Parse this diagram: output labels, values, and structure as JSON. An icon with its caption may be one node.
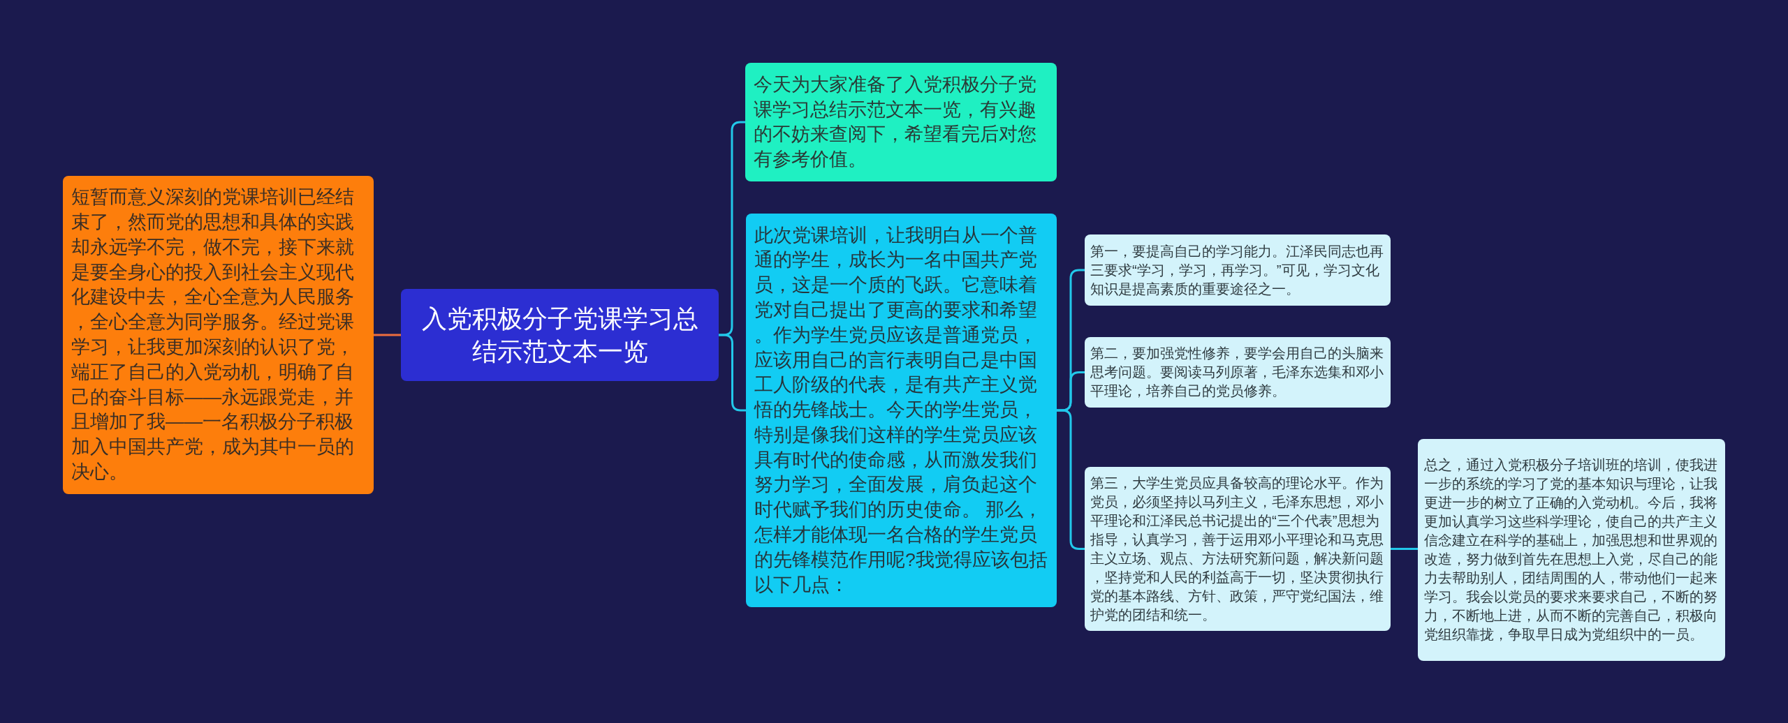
{
  "diagram": {
    "nodes": [
      {
        "text": [
          "入党积极分子党课学习总结示范文本一览"
        ]
      },
      {
        "text": [
          "短暂而意义深刻的党课培训已经结束了，然而党的思想和具体的实践却永远学不完，做不完，接下来就是要全身心的投入到社会主义现代化建设中去，全心全意为人民服务，全心全意为同学服务。经过党课学习，让我更加深刻的认识了党，端正了自己的入党动机，明确了自己的奋斗目标——永远跟党走，并且增加了我——一名积极分子积极加入中国共产党，成为其中一员的决心。"
        ]
      },
      {
        "text": [
          "今天为大家准备了入党积极分子党课学习总结示范文本一览，有兴趣的不妨来查阅下，希望看完后对您有参考价值。"
        ]
      },
      {
        "text": [
          "此次党课培训，让我明白从一个普通的学生，成长为一名中国共产党员，这是一个质的飞跃。它意味着党对自己提出了更高的要求和希望。作为学生党员应该是普通党员，应该用自己的言行表明自己是中国工人阶级的代表，是有共产主义觉悟的先锋战士。今天的学生党员，特别是像我们这样的学生党员应该具有时代的使命感，从而激发我们努力学习，全面发展，肩负起这个时代赋予我们的历史使命。 那么，怎样才能体现一名合格的学生党员的先锋模范作用呢?我觉得应该包括以下几点："
        ]
      },
      {
        "text": [
          "第一，要提高自己的学习能力。江泽民同志也再三要求“学习，学习，再学习。”可见，学习文化知识是提高素质的重要途径之一。"
        ]
      },
      {
        "text": [
          "第二，要加强党性修养，要学会用自己的头脑来思考问题。要阅读马列原著，毛泽东选集和邓小平理论，培养自己的党员修养。"
        ]
      },
      {
        "text": [
          "第三，大学生党员应具备较高的理论水平。作为党员，必须坚持以马列主义，毛泽东思想，邓小平理论和江泽民总书记提出的“三个代表”思想为指导，认真学习，善于运用邓小平理论和马克思主义立场、观点、方法研究新问题，解决新问题，坚持党和人民的利益高于一切，坚决贯彻执行党的基本路线、方针、政策，严守党纪国法，维护党的团结和统一。"
        ]
      },
      {
        "text": [
          "总之，通过入党积极分子培训班的培训，使我进一步的系统的学习了党的基本知识与理论，让我更进一步的树立了正确的入党动机。今后，我将更加认真学习这些科学理论，使自己的共产主义信念建立在科学的基础上，加强思想和世界观的改造，努力做到首先在思想上入党，尽自己的能力去帮助别人，团结周围的人，带动他们一起来学习。我会以党员的要求来要求自己，不断的努力，不断地上进，从而不断的完善自己，积极向党组织靠拢，争取早日成为党组织中的一员。"
        ]
      }
    ],
    "edges": [
      {
        "from": 0,
        "to": 1,
        "arrow": "none",
        "color": "#ee6e3e"
      },
      {
        "from": 0,
        "to": 2,
        "arrow": "none"
      },
      {
        "from": 0,
        "to": 3,
        "arrow": "none"
      },
      {
        "from": 3,
        "to": 4,
        "arrow": "none"
      },
      {
        "from": 3,
        "to": 5,
        "arrow": "none"
      },
      {
        "from": 3,
        "to": 6,
        "arrow": "none"
      },
      {
        "from": 6,
        "to": 7,
        "arrow": "none"
      }
    ]
  }
}
